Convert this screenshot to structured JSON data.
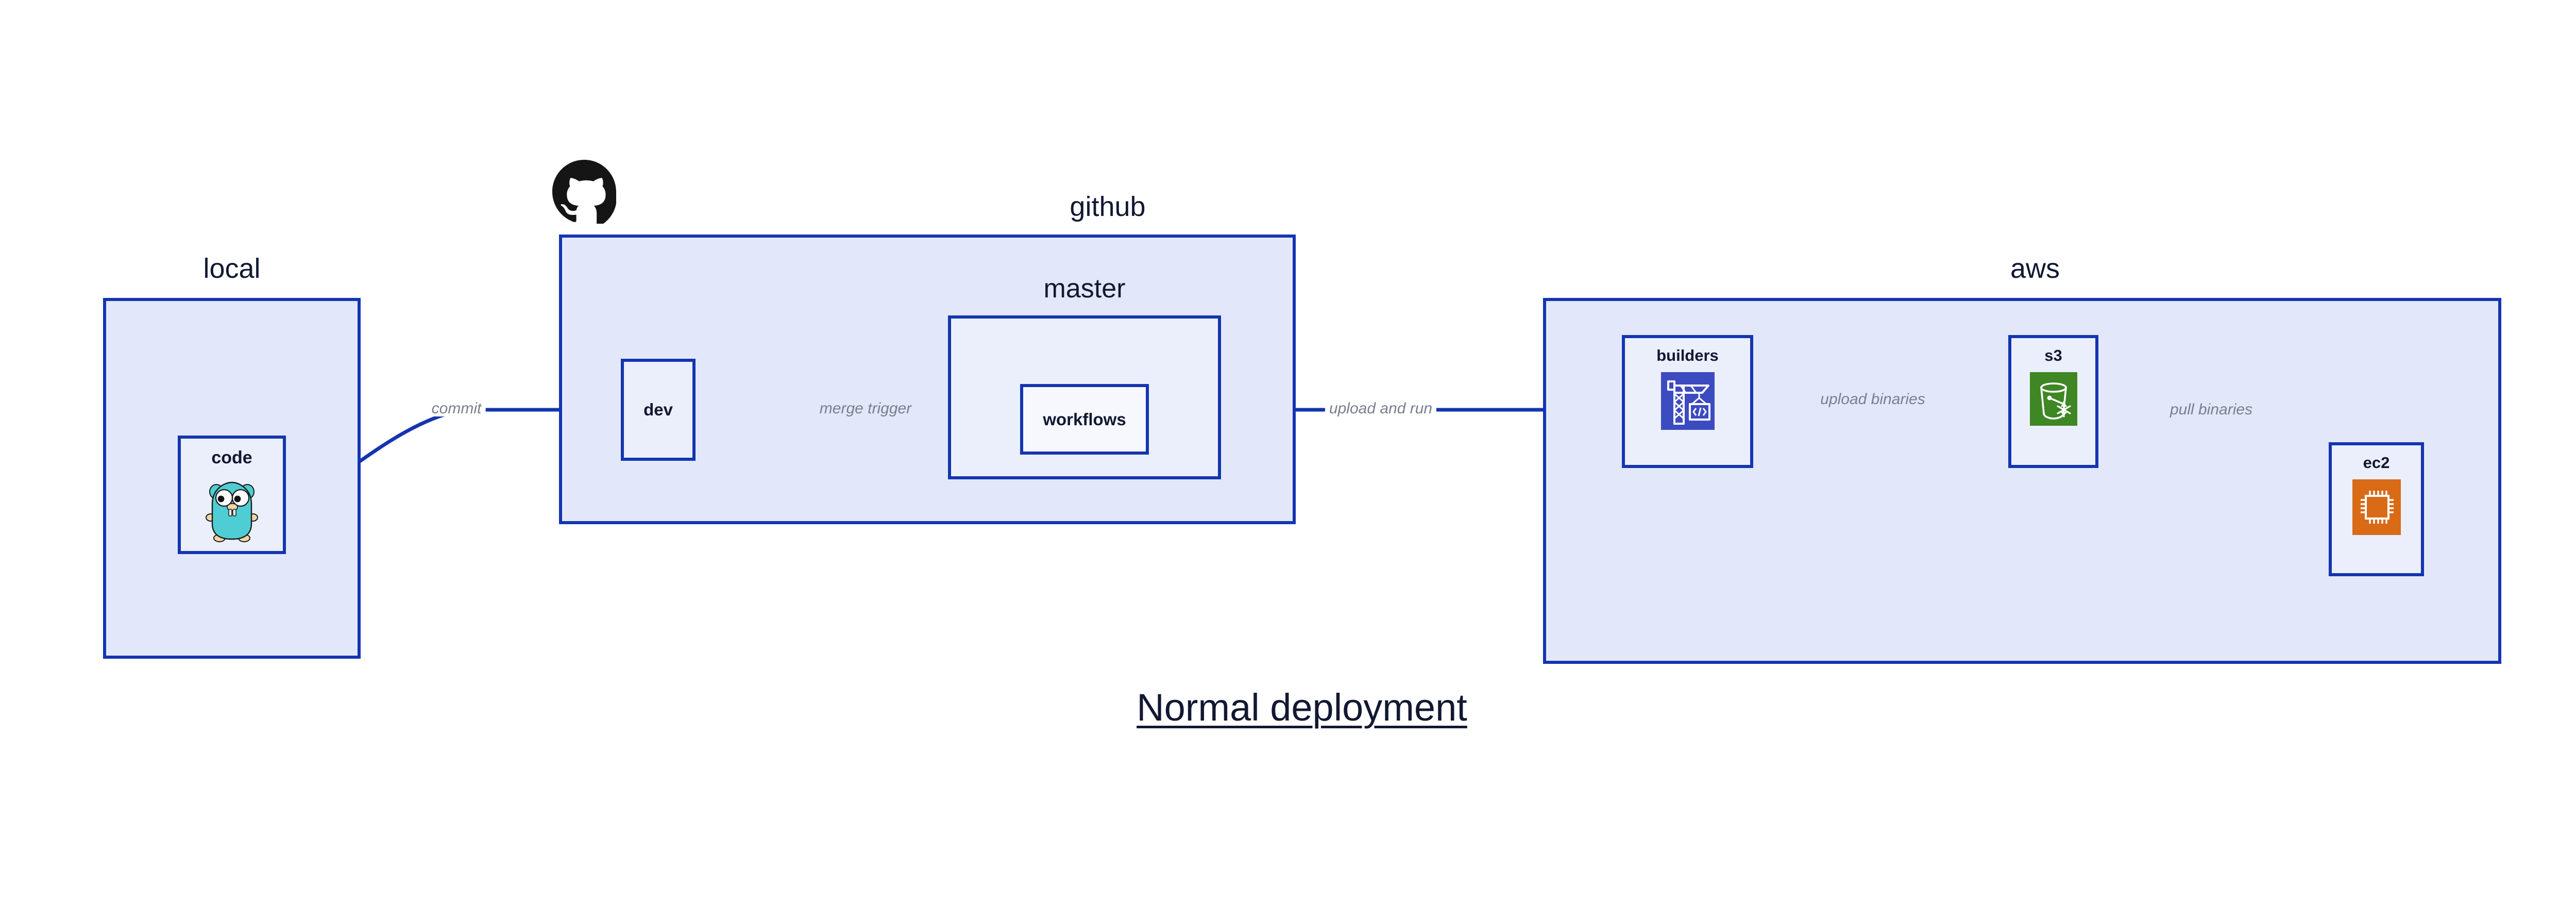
{
  "diagram": {
    "title": "Normal deployment",
    "background_color": "#ffffff",
    "accent_color": "#1435b0",
    "group_fill": "#e2e8f9",
    "node_fill": "#eaeffb",
    "label_color": "#121832",
    "edge_label_color": "#7a7f8e"
  },
  "groups": [
    {
      "id": "local",
      "label": "local"
    },
    {
      "id": "github",
      "label": "github"
    },
    {
      "id": "master",
      "label": "master"
    },
    {
      "id": "aws",
      "label": "aws"
    }
  ],
  "nodes": [
    {
      "id": "code",
      "label": "code",
      "icon": "go-gopher-icon"
    },
    {
      "id": "dev",
      "label": "dev",
      "icon": null
    },
    {
      "id": "workflows",
      "label": "workflows",
      "icon": null
    },
    {
      "id": "builders",
      "label": "builders",
      "icon": "crane-code-icon",
      "icon_color": "#3c4bc0"
    },
    {
      "id": "s3",
      "label": "s3",
      "icon": "s3-bucket-glacier-icon",
      "icon_color": "#3f8624"
    },
    {
      "id": "ec2",
      "label": "ec2",
      "icon": "ec2-chip-icon",
      "icon_color": "#d96a16"
    }
  ],
  "edges": [
    {
      "id": "code-to-dev",
      "label": "commit",
      "from": "code",
      "to": "dev"
    },
    {
      "id": "dev-to-workflows",
      "label": "merge trigger",
      "from": "dev",
      "to": "workflows"
    },
    {
      "id": "workflows-to-builders",
      "label": "upload and run",
      "from": "workflows",
      "to": "builders"
    },
    {
      "id": "builders-to-s3",
      "label": "upload binaries",
      "from": "builders",
      "to": "s3"
    },
    {
      "id": "s3-to-ec2",
      "label": "pull binaries",
      "from": "s3",
      "to": "ec2"
    }
  ],
  "logos": [
    {
      "id": "github-logo",
      "name": "github-octocat-logo"
    }
  ]
}
